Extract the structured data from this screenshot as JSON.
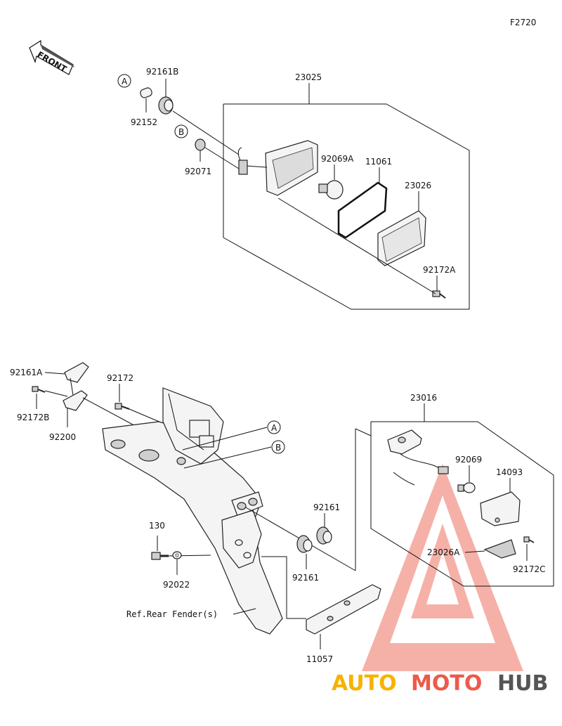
{
  "diagram_code": "F2720",
  "front_label": "FRONT",
  "callouts": [
    {
      "id": "c-a-top",
      "text": "A"
    },
    {
      "id": "c-b-top",
      "text": "B"
    },
    {
      "id": "c-a-bot",
      "text": "A"
    },
    {
      "id": "c-b-bot",
      "text": "B"
    }
  ],
  "parts": {
    "p92161B": "92161B",
    "p92152": "92152",
    "p92071": "92071",
    "p23025": "23025",
    "p92069A": "92069A",
    "p11061": "11061",
    "p23026": "23026",
    "p92172A": "92172A",
    "p92161A": "92161A",
    "p92172B": "92172B",
    "p92200": "92200",
    "p92172": "92172",
    "p130": "130",
    "p92022": "92022",
    "p92161a": "92161",
    "p92161b": "92161",
    "p11057": "11057",
    "p23016": "23016",
    "p92069": "92069",
    "p14093": "14093",
    "p23026A": "23026A",
    "p92172C": "92172C"
  },
  "ref_label": "Ref.Rear Fender(s)",
  "watermark": {
    "part1": "AUTO",
    "part2": "MOTO",
    "part3": "HUB",
    "color1": "#f5b300",
    "color2": "#ee5a4a",
    "color3": "#555555",
    "triangle": "#f28b80"
  }
}
